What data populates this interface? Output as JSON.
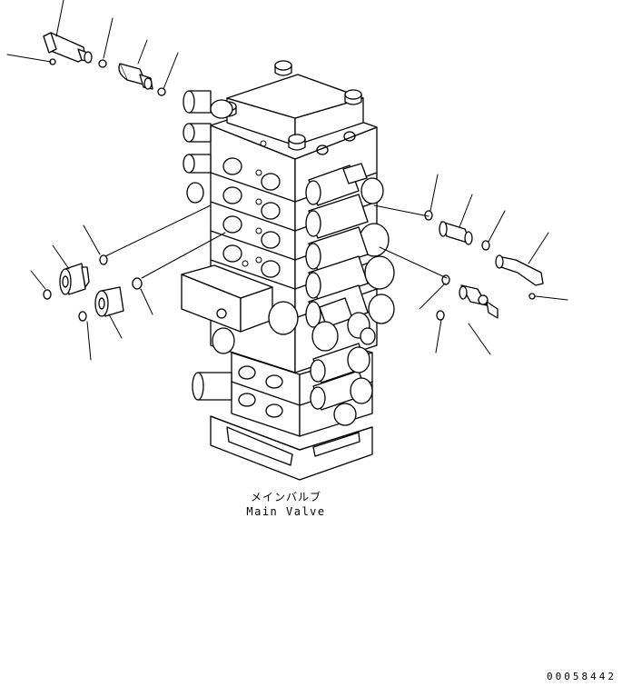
{
  "caption": {
    "japanese": "メインバルブ",
    "english": "Main Valve"
  },
  "document_number": "00058442"
}
